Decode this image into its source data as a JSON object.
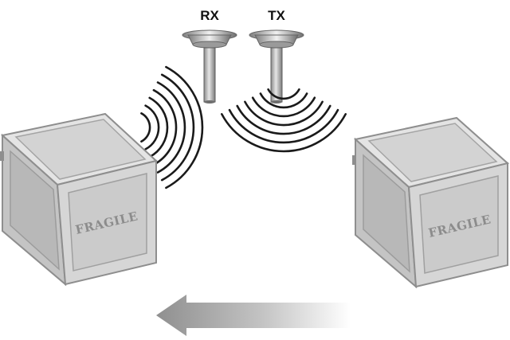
{
  "antennas": {
    "receiver_label": "RX",
    "transmitter_label": "TX"
  },
  "crates": {
    "left_label": "FRAGILE",
    "right_label": "FRAGILE"
  },
  "motion": {
    "direction": "left"
  },
  "colors": {
    "background": "#ffffff",
    "crate_fill": "#d9d9d9",
    "crate_edge": "#9a9a9a",
    "wave": "#1a1a1a",
    "arrow": "#8f8f8f",
    "text": "#111111"
  }
}
